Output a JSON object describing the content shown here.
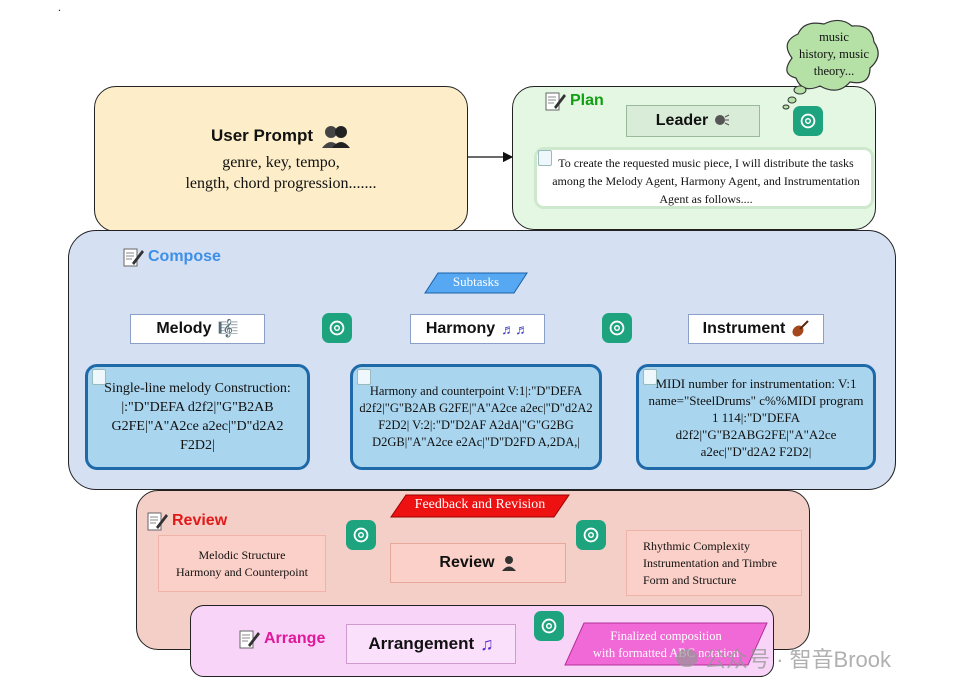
{
  "top_mark": ".",
  "user_prompt": {
    "title": "User Prompt",
    "line1": "genre, key, tempo,",
    "line2": "length, chord progression......."
  },
  "plan": {
    "title": "Plan",
    "leader_label": "Leader",
    "cloud_text": [
      "music",
      "history, music",
      "theory..."
    ],
    "message": "To create the requested music piece, I will distribute the tasks among the Melody Agent, Harmony Agent, and Instrumentation Agent as follows...."
  },
  "compose": {
    "title": "Compose",
    "subtasks_label": "Subtasks",
    "agents": [
      {
        "label": "Melody",
        "icon": "melody-icon"
      },
      {
        "label": "Harmony",
        "icon": "harmony-icon"
      },
      {
        "label": "Instrument",
        "icon": "violin-icon"
      }
    ],
    "outputs": [
      "Single-line melody Construction: |:\"D\"DEFA d2f2|\"G\"B2AB G2FE|\"A\"A2ce a2ec|\"D\"d2A2 F2D2|",
      "Harmony and counterpoint V:1|:\"D\"DEFA d2f2|\"G\"B2AB G2FE|\"A\"A2ce a2ec|\"D\"d2A2 F2D2| V:2|:\"D\"D2AF A2dA|\"G\"G2BG D2GB|\"A\"A2ce e2Ac|\"D\"D2FD A,2DA,|",
      "MIDI number for instrumentation: V:1 name=\"SteelDrums\" c%%MIDI program 1 114|:\"D\"DEFA d2f2|\"G\"B2ABG2FE|\"A\"A2ce a2ec|\"D\"d2A2 F2D2|"
    ]
  },
  "review": {
    "title": "Review",
    "feedback_label": "Feedback and Revision",
    "node_label": "Review",
    "left_lines": [
      "Melodic Structure",
      "Harmony and Counterpoint"
    ],
    "right_lines": [
      "Rhythmic Complexity",
      "Instrumentation and Timbre",
      "Form and Structure"
    ]
  },
  "arrange": {
    "title": "Arrange",
    "node_label": "Arrangement",
    "output_lines": [
      "Finalized composition",
      "with formatted ABC notation"
    ]
  },
  "watermark": "公众号 · 智音Brook",
  "colors": {
    "prompt_bg": "#fdeec9",
    "plan_bg": "#e3f7e3",
    "plan_title": "#10a010",
    "compose_bg": "#d5e0f3",
    "compose_title": "#3d8fe8",
    "review_bg": "#f4cfc7",
    "review_title": "#e11919",
    "arrange_bg": "#f9d4f9",
    "arrange_title": "#e0189a",
    "gpt_green": "#1ea37f",
    "feedback_red": "#ee1111",
    "subtasks_blue": "#57a8f2",
    "output_fill": "#a9d5ee",
    "output_border": "#1e6aa8"
  }
}
